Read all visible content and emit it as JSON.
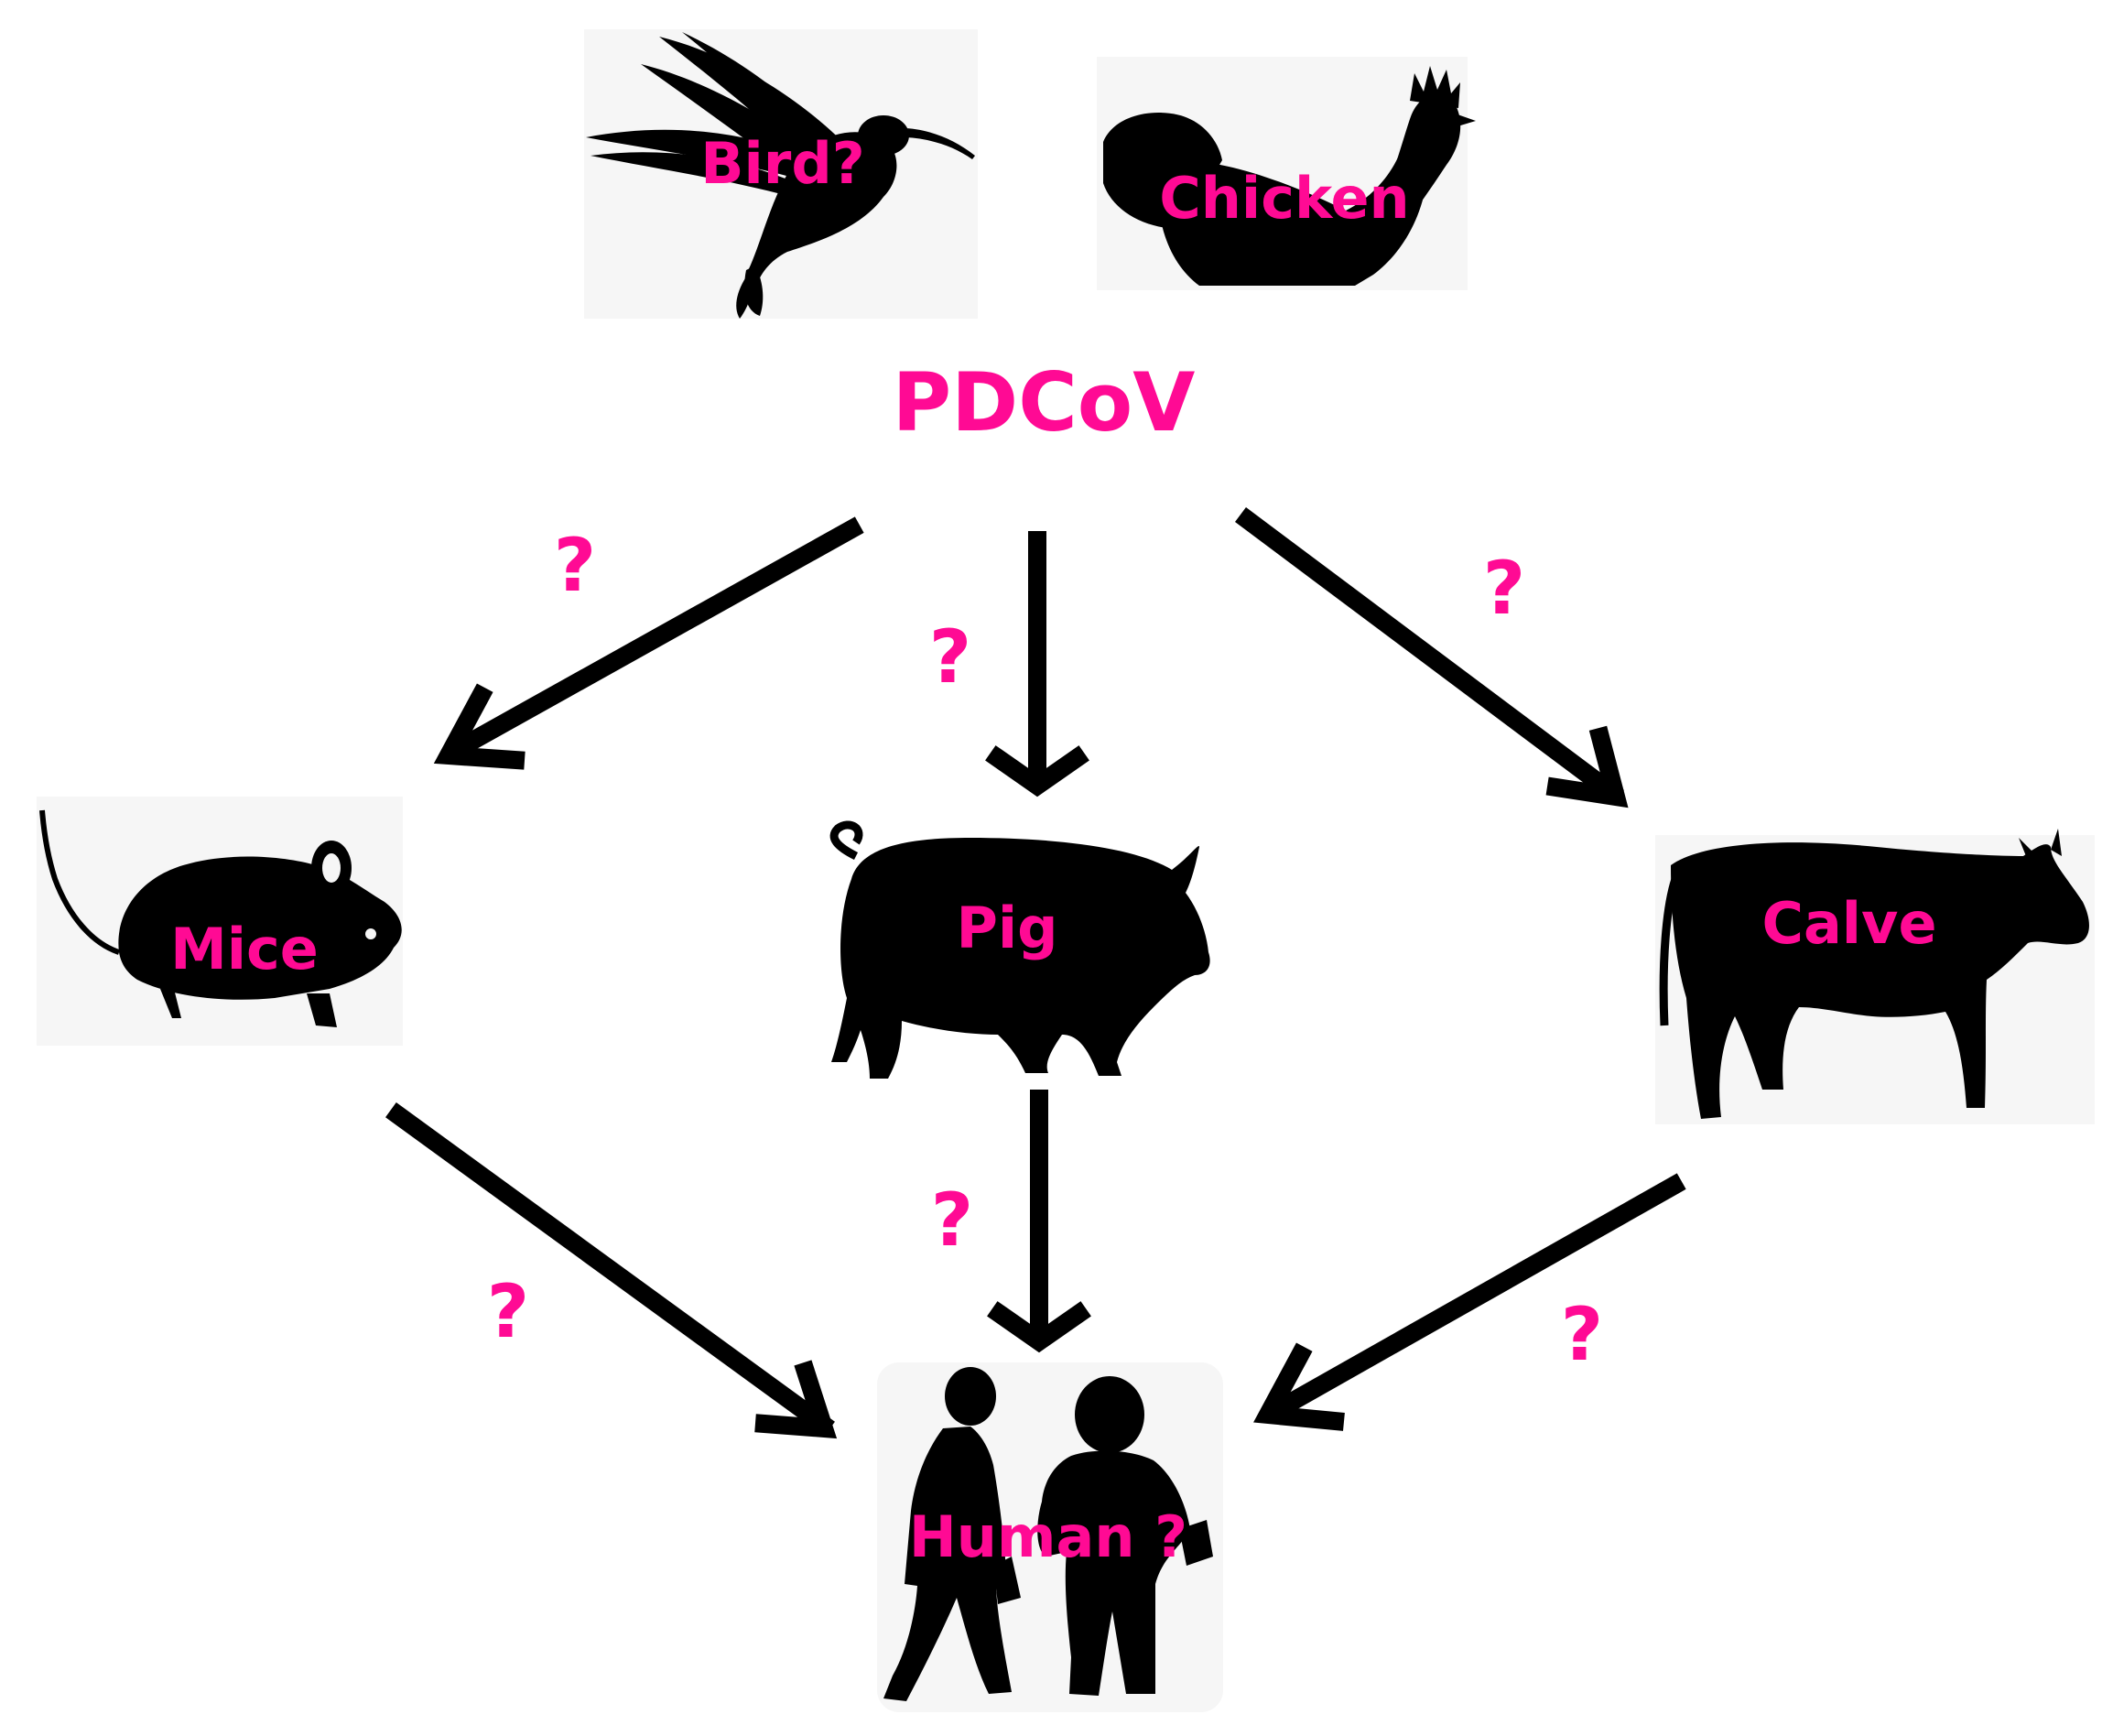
{
  "center_label": "PDCoV",
  "colors": {
    "label": "#ff0a94",
    "silhouette": "#000000"
  },
  "animals": {
    "bird": {
      "label": "Bird?",
      "icon": "hummingbird-icon"
    },
    "chicken": {
      "label": "Chicken",
      "icon": "rooster-icon"
    },
    "mice": {
      "label": "Mice",
      "icon": "mouse-icon"
    },
    "pig": {
      "label": "Pig",
      "icon": "pig-icon"
    },
    "calve": {
      "label": "Calve",
      "icon": "cow-icon"
    },
    "human": {
      "label": "Human ?",
      "icon": "people-icon"
    }
  },
  "arrows": {
    "pdcov_to_mice": {
      "label": "?"
    },
    "pdcov_to_pig": {
      "label": "?"
    },
    "pdcov_to_calve": {
      "label": "?"
    },
    "mice_to_human": {
      "label": "?"
    },
    "pig_to_human": {
      "label": "?"
    },
    "calve_to_human": {
      "label": "?"
    }
  }
}
